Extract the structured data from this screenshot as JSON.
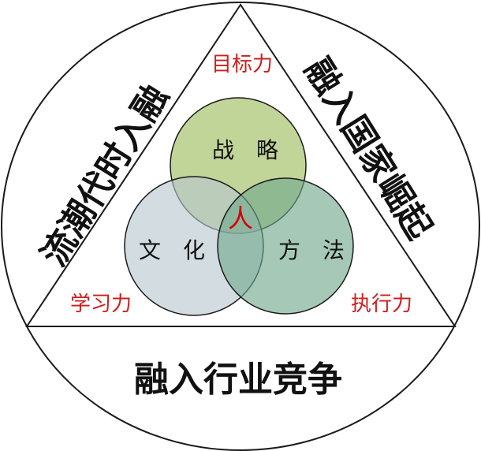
{
  "labels": {
    "top_corner": "目标力",
    "left_corner": "学习力",
    "right_corner": "执行力",
    "left_arc": "流潮代时入融",
    "right_arc": "融入国家崛起",
    "bottom": "融入行业竞争",
    "center": "人"
  },
  "venn": {
    "top": "战　略",
    "left": "文　化",
    "right": "方　法"
  },
  "colors": {
    "circle_top": "#9cbb59",
    "circle_left": "#b7c7cf",
    "circle_right": "#78ad94",
    "accent_red": "#cc1f1f"
  }
}
